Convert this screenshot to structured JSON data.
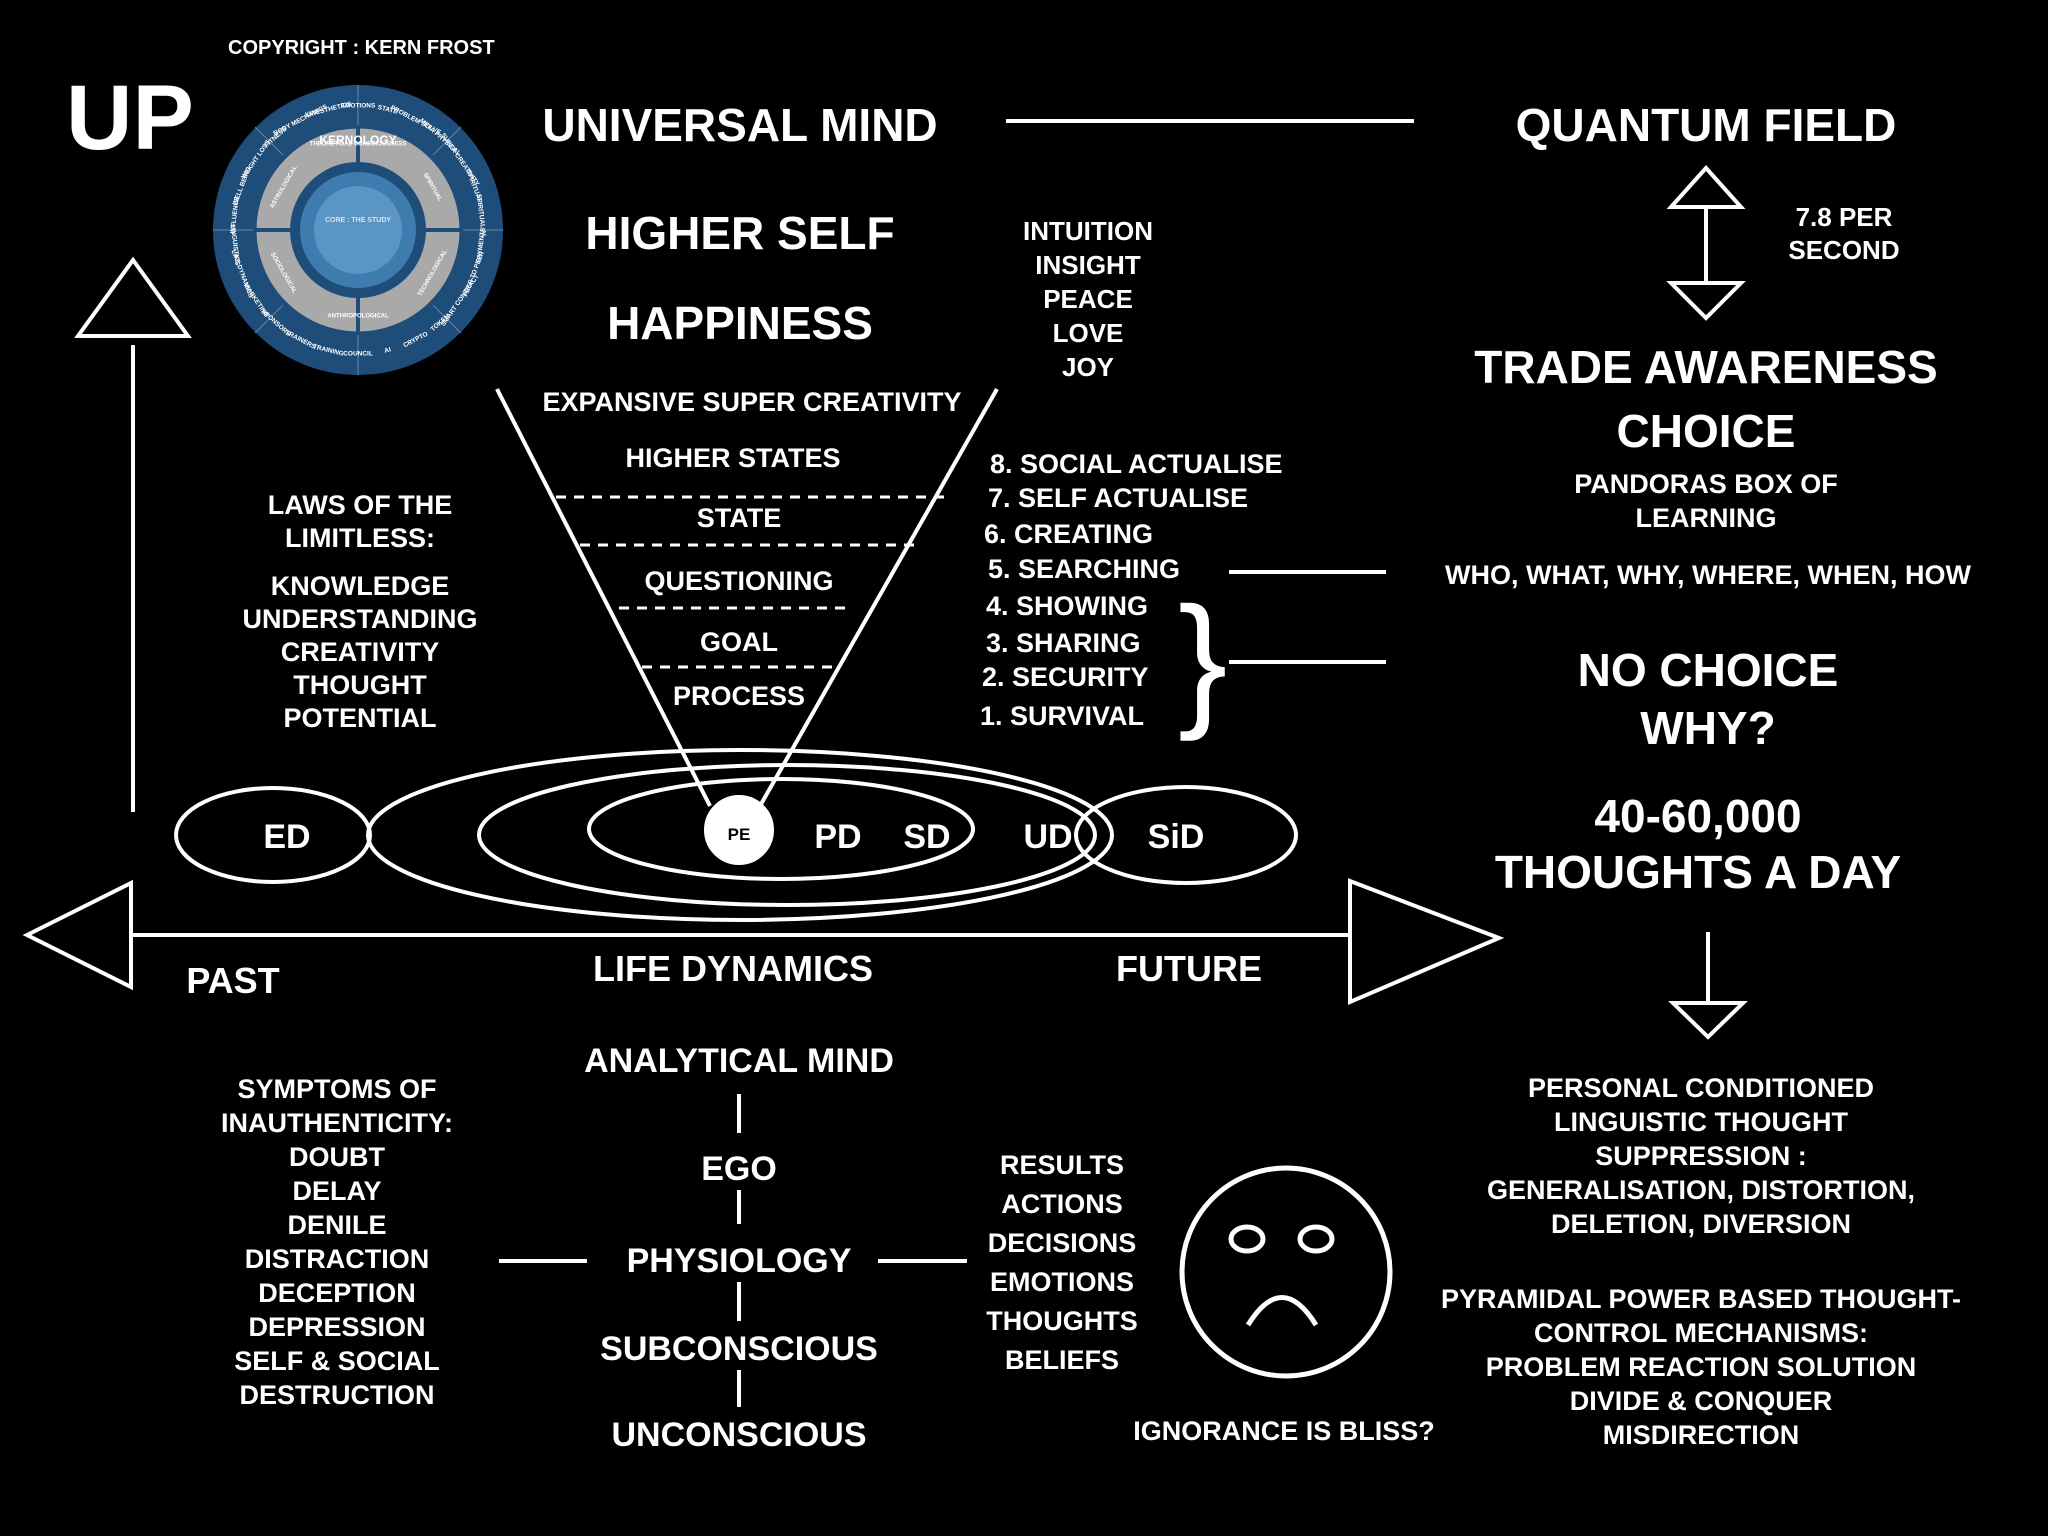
{
  "copyright": "COPYRIGHT : KERN FROST",
  "up": "UP",
  "universal_mind": "UNIVERSAL MIND",
  "quantum_field": "QUANTUM FIELD",
  "higher_self": "HIGHER SELF",
  "happiness": "HAPPINESS",
  "intuition_list": [
    "INTUITION",
    "INSIGHT",
    "PEACE",
    "LOVE",
    "JOY"
  ],
  "frequency": [
    "7.8 PER",
    "SECOND"
  ],
  "trade_awareness": "TRADE AWARENESS",
  "choice": "CHOICE",
  "pandoras": [
    "PANDORAS BOX OF",
    "LEARNING"
  ],
  "funnel": {
    "top": "EXPANSIVE SUPER CREATIVITY",
    "higher_states": "HIGHER STATES",
    "state": "STATE",
    "questioning": "QUESTIONING",
    "goal": "GOAL",
    "process": "PROCESS"
  },
  "laws_title": [
    "LAWS OF THE",
    "LIMITLESS:"
  ],
  "laws_list": [
    "KNOWLEDGE",
    "UNDERSTANDING",
    "CREATIVITY",
    "THOUGHT",
    "POTENTIAL"
  ],
  "levels": [
    "8. SOCIAL ACTUALISE",
    "7. SELF ACTUALISE",
    "6. CREATING",
    "5. SEARCHING",
    "4. SHOWING",
    "3. SHARING",
    "2. SECURITY",
    "1. SURVIVAL"
  ],
  "questions": "WHO, WHAT, WHY, WHERE, WHEN, HOW",
  "no_choice": [
    "NO CHOICE",
    "WHY?"
  ],
  "thoughts_day": [
    "40-60,000",
    "THOUGHTS A DAY"
  ],
  "ellipses": {
    "ed": "ED",
    "pe": "PE",
    "pd": "PD",
    "sd": "SD",
    "ud": "UD",
    "sid": "SiD"
  },
  "past": "PAST",
  "life_dynamics": "LIFE DYNAMICS",
  "future": "FUTURE",
  "mind_chain": [
    "ANALYTICAL MIND",
    "EGO",
    "PHYSIOLOGY",
    "SUBCONSCIOUS",
    "UNCONSCIOUS"
  ],
  "symptoms": [
    "SYMPTOMS OF",
    "INAUTHENTICITY:",
    "DOUBT",
    "DELAY",
    "DENILE",
    "DISTRACTION",
    "DECEPTION",
    "DEPRESSION",
    "SELF & SOCIAL",
    "DESTRUCTION"
  ],
  "results": [
    "RESULTS",
    "ACTIONS",
    "DECISIONS",
    "EMOTIONS",
    "THOUGHTS",
    "BELIEFS"
  ],
  "ignorance": "IGNORANCE IS BLISS?",
  "conditioned": [
    "PERSONAL CONDITIONED",
    "LINGUISTIC THOUGHT",
    "SUPPRESSION :",
    "GENERALISATION, DISTORTION,",
    "DELETION, DIVERSION"
  ],
  "pyramidal": [
    "PYRAMIDAL POWER BASED THOUGHT-",
    "CONTROL MECHANISMS:",
    "PROBLEM REACTION SOLUTION",
    "DIVIDE & CONQUER",
    "MISDIRECTION"
  ],
  "wheel": {
    "center": "KERNOLOGY",
    "core": "CORE : THE STUDY",
    "inner": [
      "THEORETICAL CONSCIOUSNESS",
      "SPIRITUAL",
      "TECHNOLOGICAL",
      "ANTHROPOLOGICAL",
      "SOCIOLOGICAL",
      "ASTROLOGICAL"
    ],
    "outer": [
      "EMOTIONS",
      "STATE",
      "PROBLEM SOLVE",
      "META PHYSICAL",
      "SUPER CREATIVITY",
      "SPIRITUAL",
      "SPIRITUAL AI",
      "PAYMENTS",
      "PEER TO PEER",
      "SMART CONTRACT",
      "TOKEN",
      "CRYPTO",
      "AI",
      "COUNCIL",
      "TRAINING",
      "TRAINERS",
      "SPONSORS",
      "MARKETING",
      "LIFE DYNAMICS",
      "LINGUISTICS",
      "INFLUENCE",
      "WELL BEING",
      "WEIGHT LOSS",
      "FITNESS",
      "BODY MECHANICS",
      "KINESTHETICS"
    ]
  },
  "colors": {
    "background": "#000000",
    "foreground": "#ffffff",
    "wheel_outer": "#1e4d7a",
    "wheel_inner": "#a9a9a9"
  }
}
